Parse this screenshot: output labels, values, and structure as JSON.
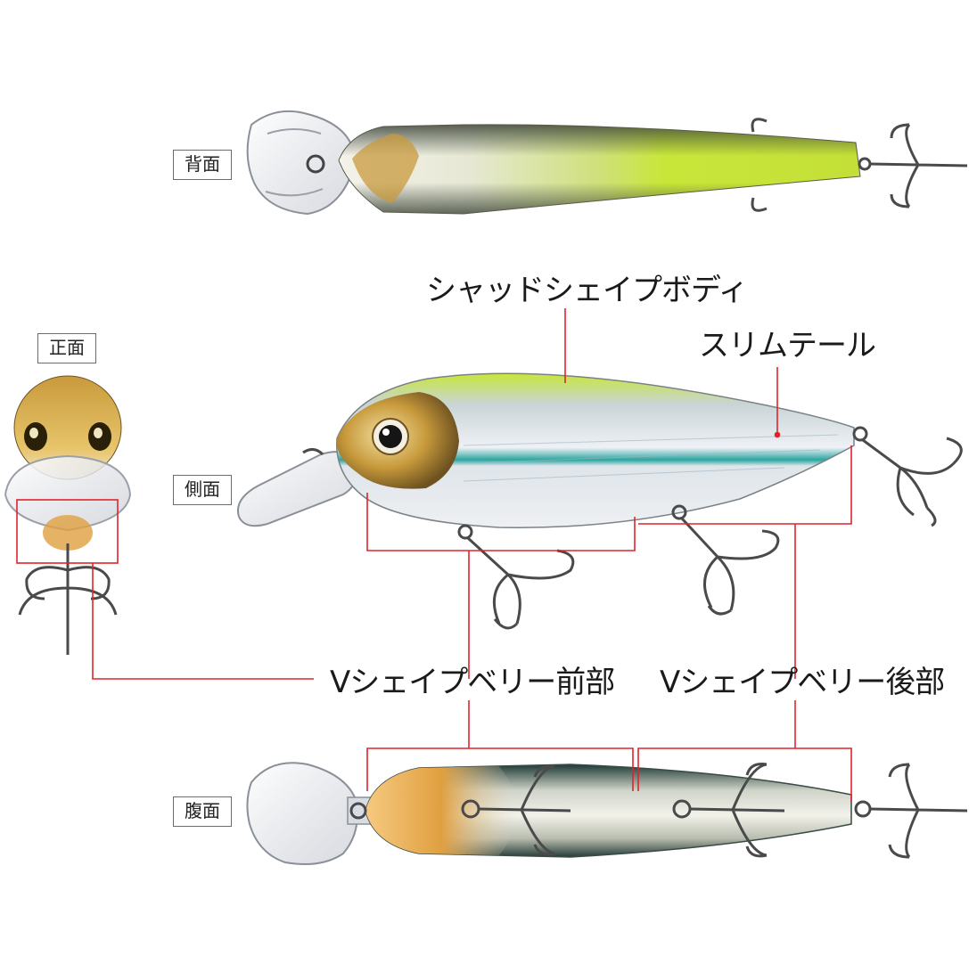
{
  "views": {
    "top": "背面",
    "front": "正面",
    "side": "側面",
    "belly": "腹面"
  },
  "callouts": {
    "shad_body": "シャッドシェイプボディ",
    "slim_tail": "スリムテール",
    "belly_front": "Vシェイプベリー前部",
    "belly_rear": "Vシェイプベリー後部"
  },
  "colors": {
    "leader": "#e0242b",
    "body_chartreuse": "#c8e63a",
    "body_silver": "#d8dce4",
    "head_gold": "#c89a3c",
    "stripe_teal": "#2aa5a0",
    "hook": "#4a4a4a",
    "back_dark": "#3a4a3a"
  }
}
